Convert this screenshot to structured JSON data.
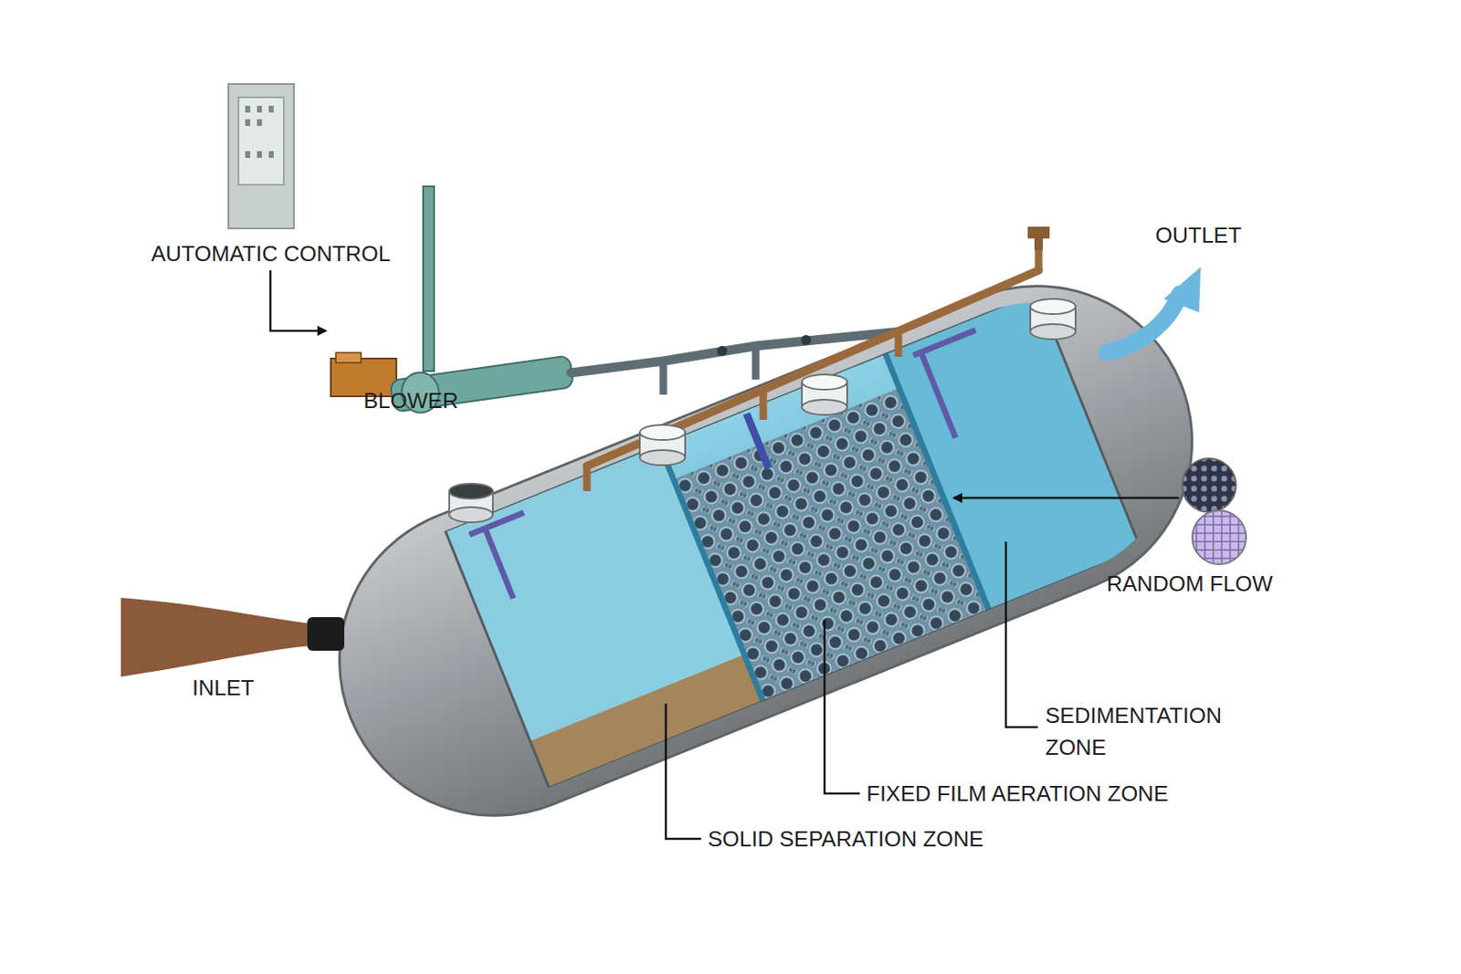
{
  "diagram": {
    "labels": [
      "AUTOMATIC CONTROL",
      "BLOWER",
      "OUTLET",
      "RANDOM FLOW",
      "INLET",
      "SEDIMENTATION ZONE",
      "FIXED FILM AERATION ZONE",
      "SOLID SEPARATION ZONE"
    ]
  }
}
